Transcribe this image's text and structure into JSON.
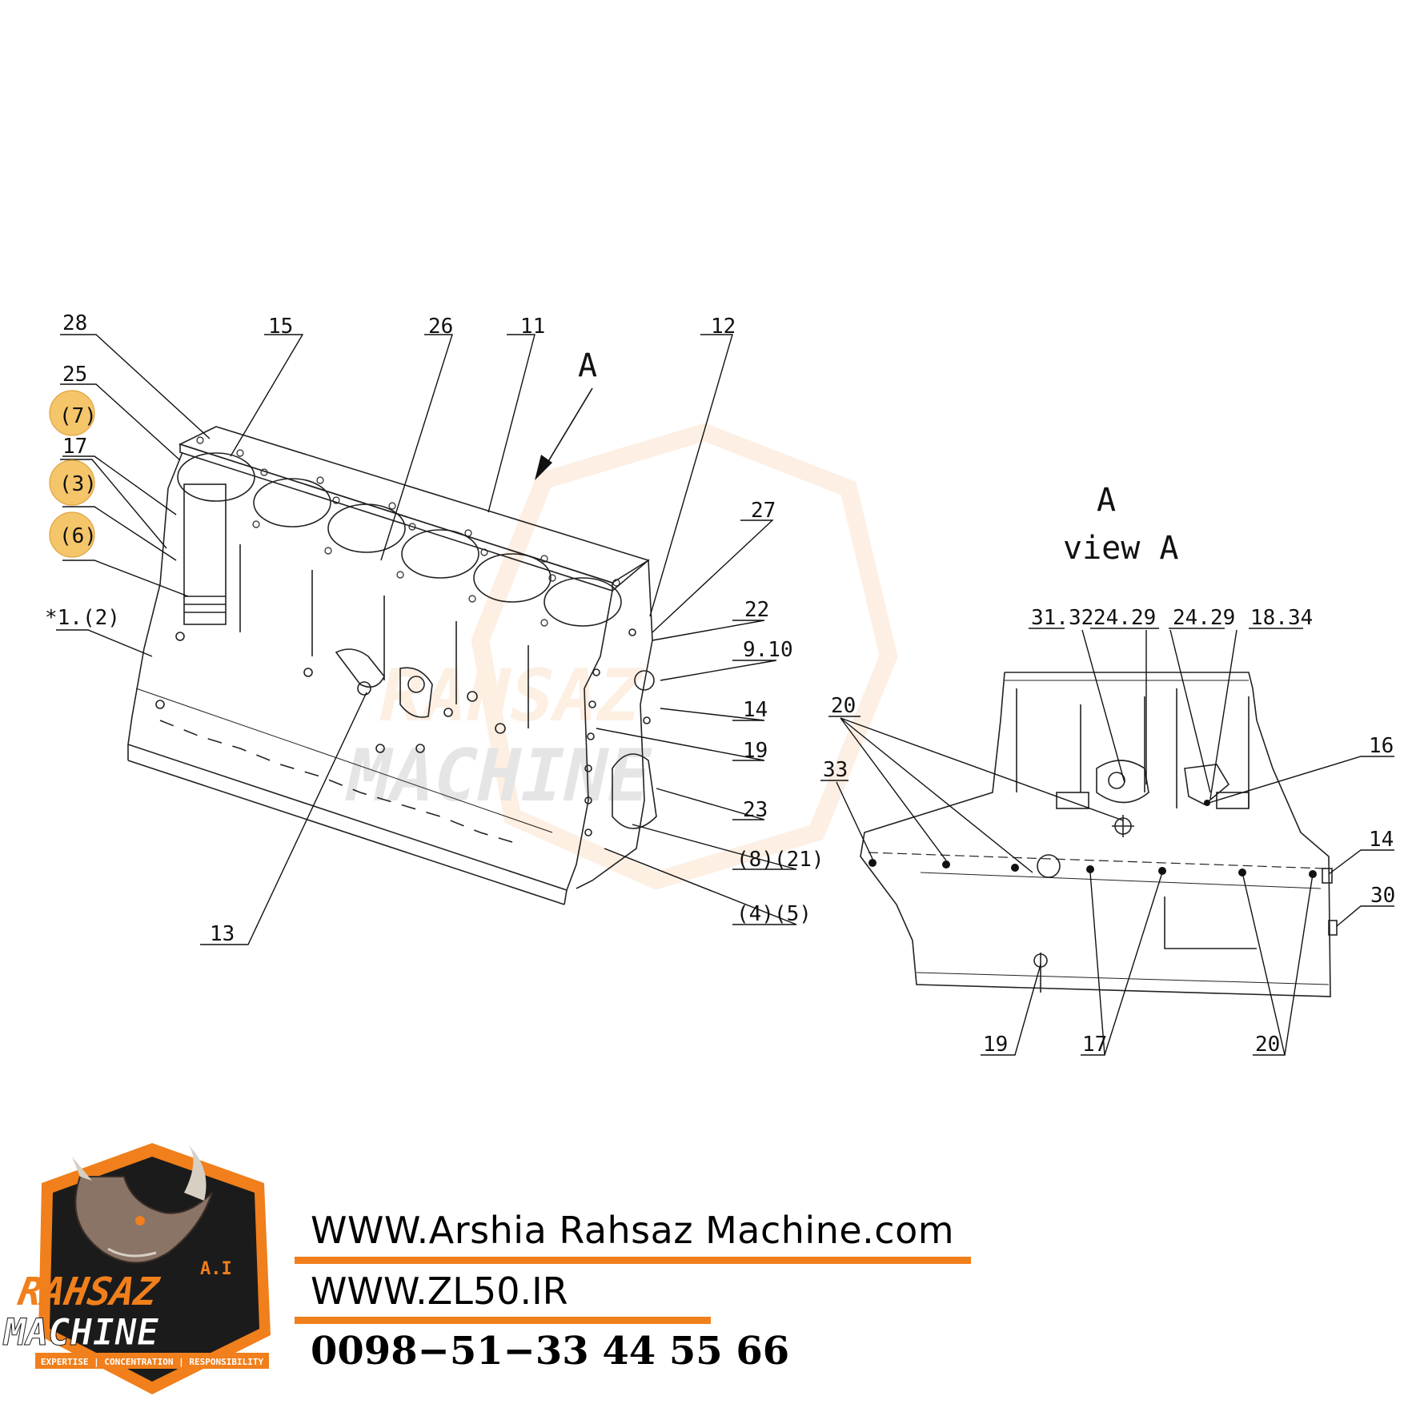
{
  "diagram": {
    "callouts": [
      {
        "id": "c28",
        "text": "28"
      },
      {
        "id": "c15",
        "text": "15"
      },
      {
        "id": "c26",
        "text": "26"
      },
      {
        "id": "c11",
        "text": "11"
      },
      {
        "id": "c12",
        "text": "12"
      },
      {
        "id": "c25",
        "text": "25"
      },
      {
        "id": "c7",
        "text": "(7)"
      },
      {
        "id": "c17a",
        "text": "17"
      },
      {
        "id": "c3",
        "text": "(3)"
      },
      {
        "id": "c6",
        "text": "(6)"
      },
      {
        "id": "c1",
        "text": "*1.(2)"
      },
      {
        "id": "c27",
        "text": "27"
      },
      {
        "id": "c22",
        "text": "22"
      },
      {
        "id": "c910",
        "text": "9.10"
      },
      {
        "id": "c14a",
        "text": "14"
      },
      {
        "id": "c19a",
        "text": "19"
      },
      {
        "id": "c23",
        "text": "23"
      },
      {
        "id": "c821",
        "text": "(8)(21)"
      },
      {
        "id": "c45",
        "text": "(4)(5)"
      },
      {
        "id": "c13",
        "text": "13"
      },
      {
        "id": "cA",
        "text": "A"
      },
      {
        "id": "c3132",
        "text": "31.32"
      },
      {
        "id": "c2429a",
        "text": "24.29"
      },
      {
        "id": "c2429b",
        "text": "24.29"
      },
      {
        "id": "c1834",
        "text": "18.34"
      },
      {
        "id": "c20a",
        "text": "20"
      },
      {
        "id": "c33",
        "text": "33"
      },
      {
        "id": "c16",
        "text": "16"
      },
      {
        "id": "c14b",
        "text": "14"
      },
      {
        "id": "c30",
        "text": "30"
      },
      {
        "id": "c19b",
        "text": "19"
      },
      {
        "id": "c17b",
        "text": "17"
      },
      {
        "id": "c20b",
        "text": "20"
      }
    ],
    "view_letter": "A",
    "view_caption": "view  A"
  },
  "branding": {
    "logo_top": "A.I",
    "logo_line1": "RAHSAZ",
    "logo_line2": "MACHINE",
    "logo_tagline": "EXPERTISE | CONCENTRATION | RESPONSIBILITY"
  },
  "footer": {
    "website1": "WWW.Arshia Rahsaz Machine.com",
    "website2": "WWW.ZL50.IR",
    "phone": "0098−51−33 44 55 66"
  },
  "colors": {
    "accent": "#f07f1c",
    "highlight": "#f5c56a",
    "line": "#111111",
    "logo_dark": "#1b1b1b"
  }
}
